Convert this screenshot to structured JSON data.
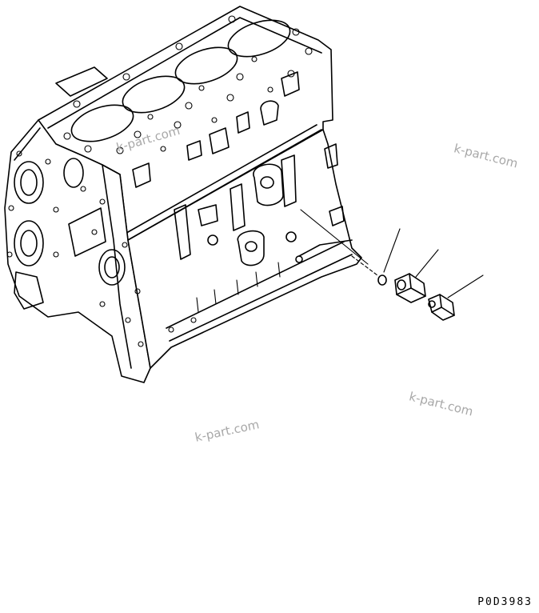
{
  "watermarks": [
    "k-part.com",
    "k-part.com",
    "k-part.com",
    "k-part.com"
  ],
  "drawing_code": "P0D3983",
  "parts_shown": [
    "cylinder-block",
    "o-ring",
    "adapter",
    "sensor-switch"
  ]
}
